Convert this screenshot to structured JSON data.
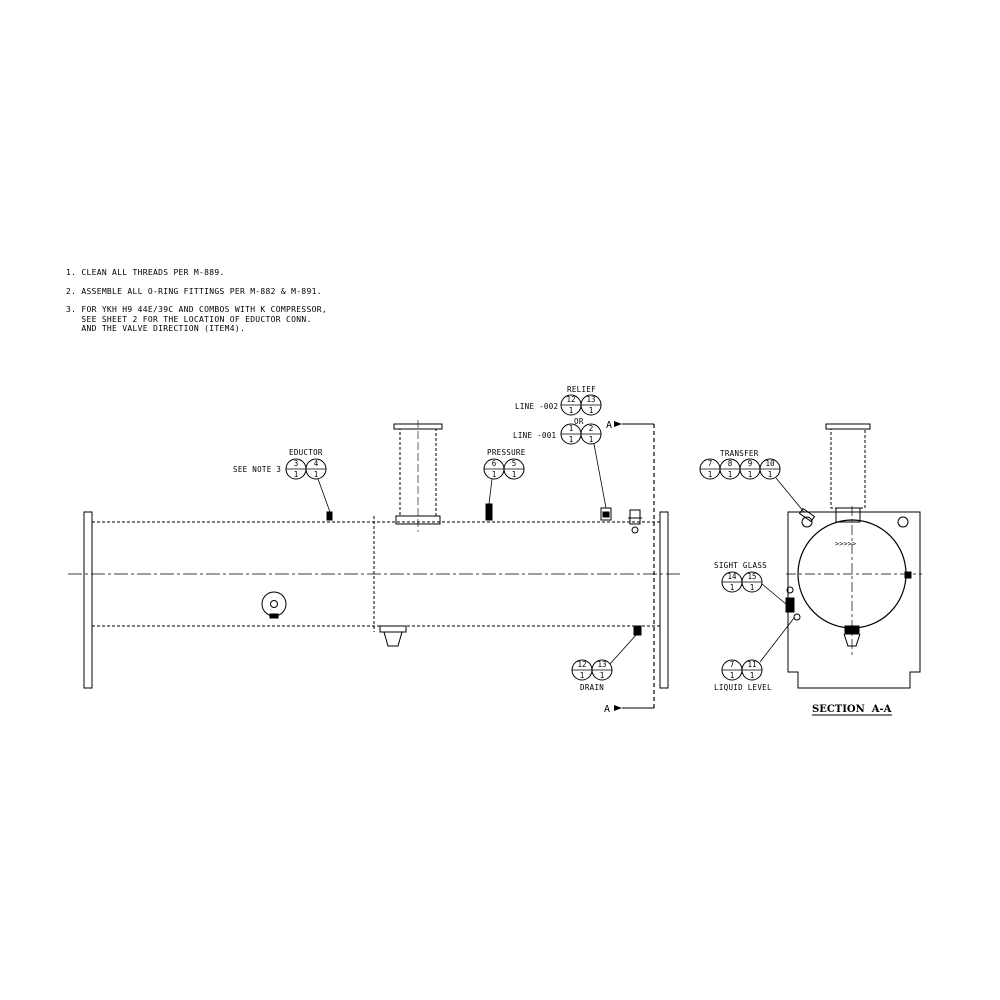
{
  "notes": [
    "1. CLEAN ALL THREADS PER M-889.",
    "2. ASSEMBLE ALL O-RING FITTINGS PER M-882 & M-891.",
    "3. FOR YKH H9 44E/39C AND COMBOS WITH K COMPRESSOR,\n   SEE SHEET 2 FOR THE LOCATION OF EDUCTOR CONN.\n   AND THE VALVE DIRECTION (ITEM4)."
  ],
  "callouts": {
    "eductor": {
      "label": "EDUCTOR",
      "note": "SEE NOTE 3",
      "items": [
        [
          "3",
          "1"
        ],
        [
          "4",
          "1"
        ]
      ]
    },
    "pressure": {
      "label": "PRESSURE",
      "items": [
        [
          "6",
          "1"
        ],
        [
          "5",
          "1"
        ]
      ]
    },
    "relief": {
      "label": "RELIEF",
      "line1": "LINE -002",
      "items1": [
        [
          "12",
          "1"
        ],
        [
          "13",
          "1"
        ]
      ],
      "or": "OR",
      "line2": "LINE -001",
      "items2": [
        [
          "1",
          "1"
        ],
        [
          "2",
          "1"
        ]
      ]
    },
    "drain": {
      "label": "DRAIN",
      "items": [
        [
          "12",
          "1"
        ],
        [
          "13",
          "1"
        ]
      ]
    },
    "transfer": {
      "label": "TRANSFER",
      "items": [
        [
          "7",
          "1"
        ],
        [
          "8",
          "1"
        ],
        [
          "9",
          "1"
        ],
        [
          "10",
          "1"
        ]
      ]
    },
    "sight_glass": {
      "label": "SIGHT GLASS",
      "items": [
        [
          "14",
          "1"
        ],
        [
          "15",
          "1"
        ]
      ]
    },
    "liquid_level": {
      "label": "LIQUID LEVEL",
      "items": [
        [
          "7",
          "1"
        ],
        [
          "11",
          "1"
        ]
      ]
    }
  },
  "section_markers": [
    "A",
    "A"
  ],
  "section_title": "SECTION  A-A"
}
